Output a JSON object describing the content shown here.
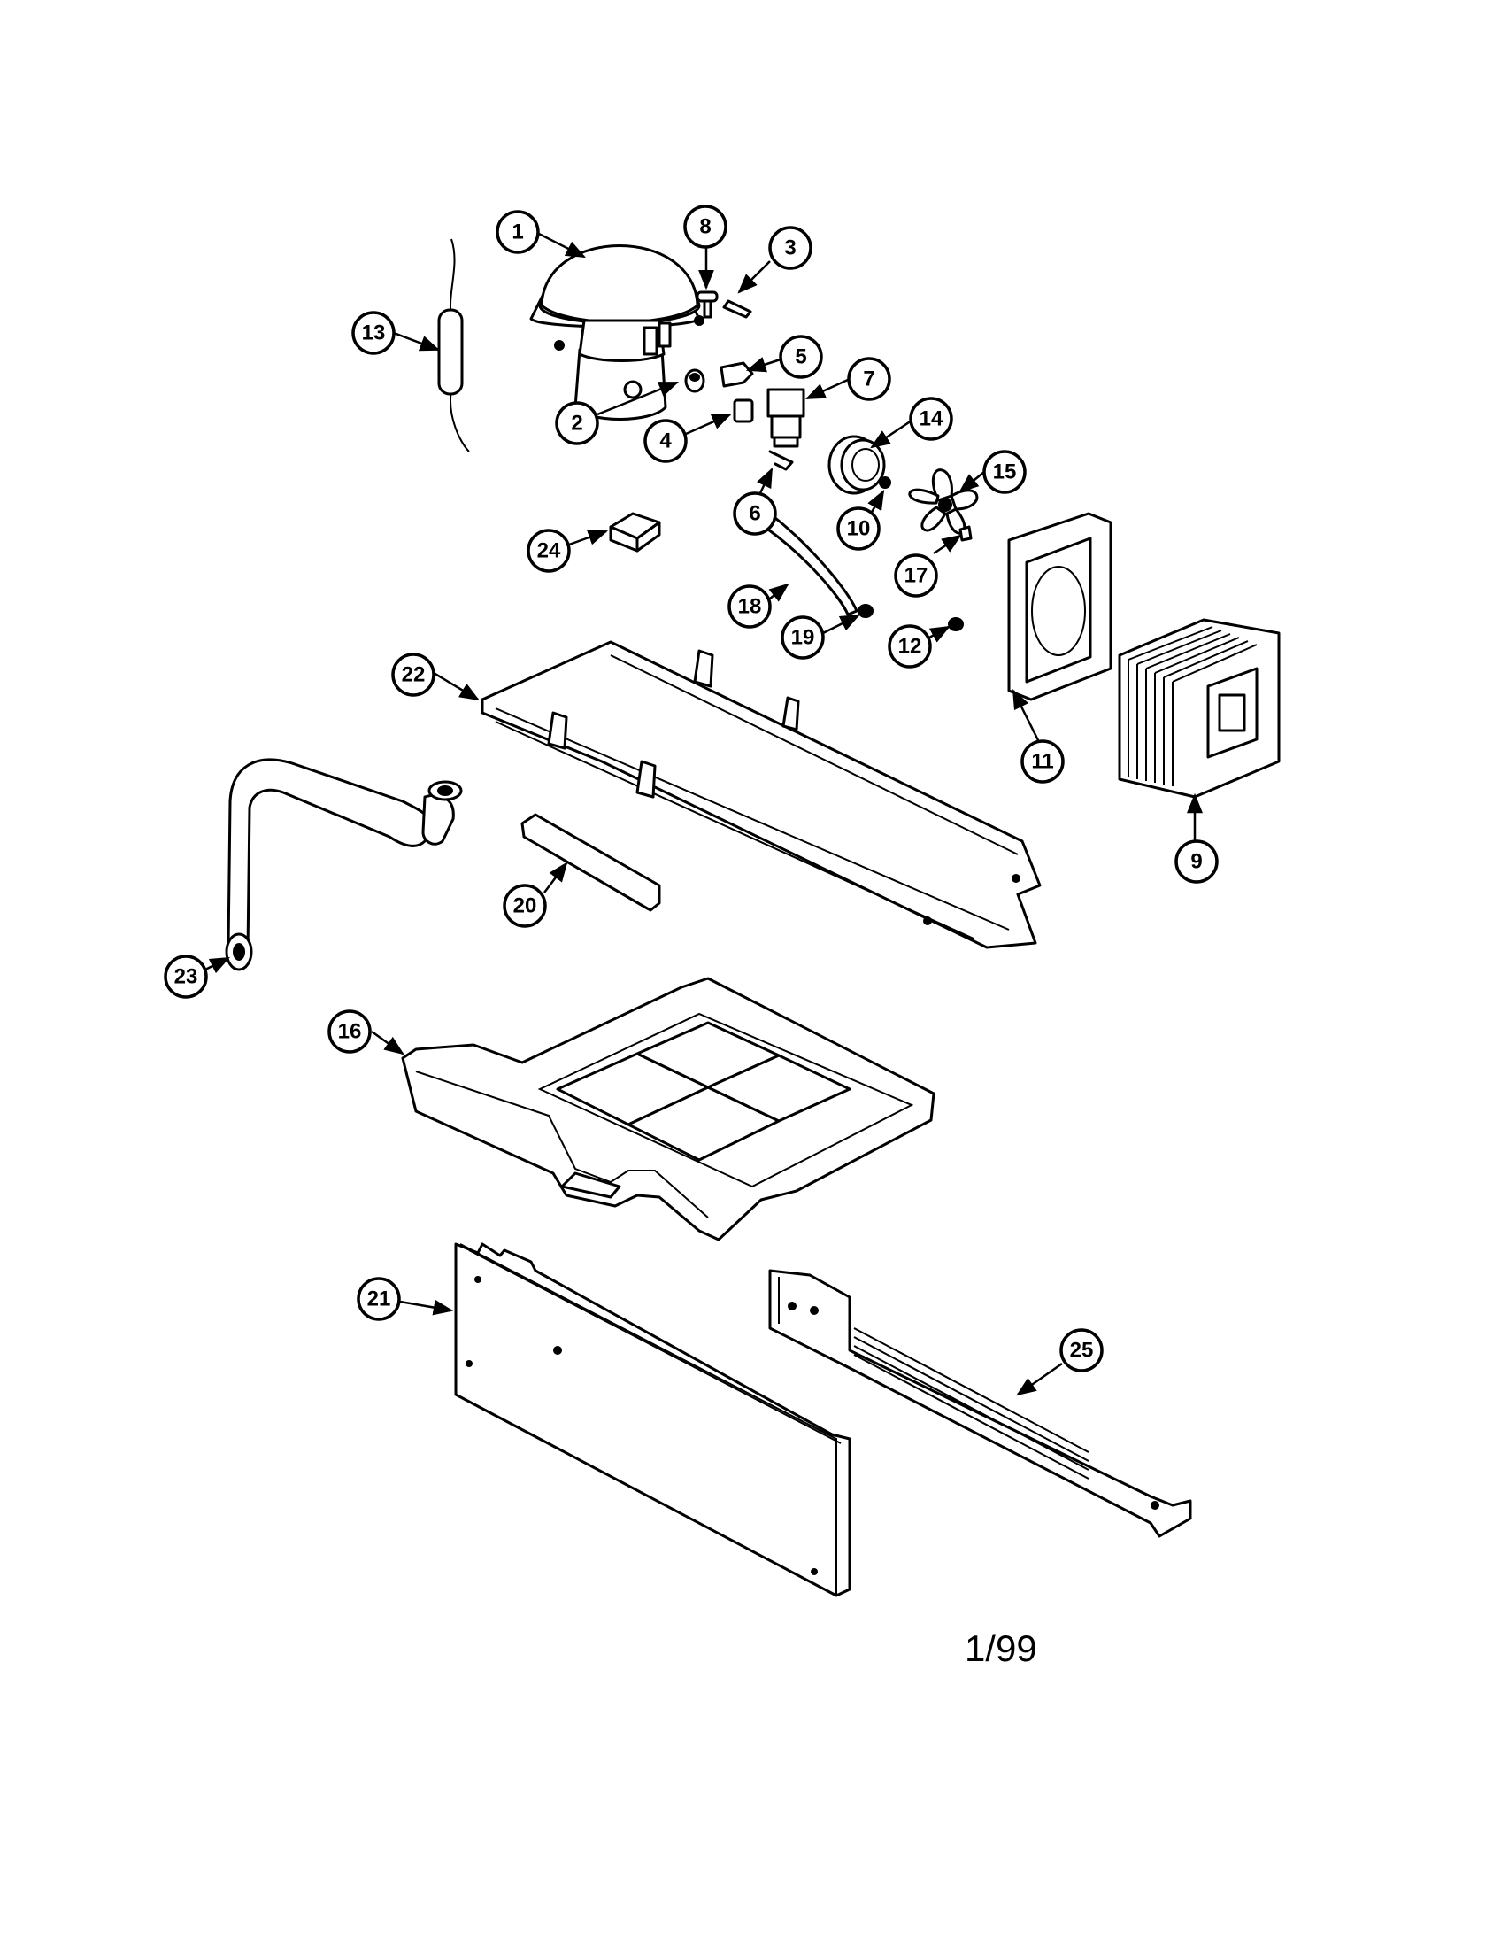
{
  "callouts": [
    "1",
    "2",
    "3",
    "4",
    "5",
    "6",
    "7",
    "8",
    "9",
    "10",
    "11",
    "12",
    "13",
    "14",
    "15",
    "16",
    "17",
    "18",
    "19",
    "20",
    "21",
    "22",
    "23",
    "24",
    "25"
  ],
  "footer": {
    "date_code": "1/99"
  }
}
